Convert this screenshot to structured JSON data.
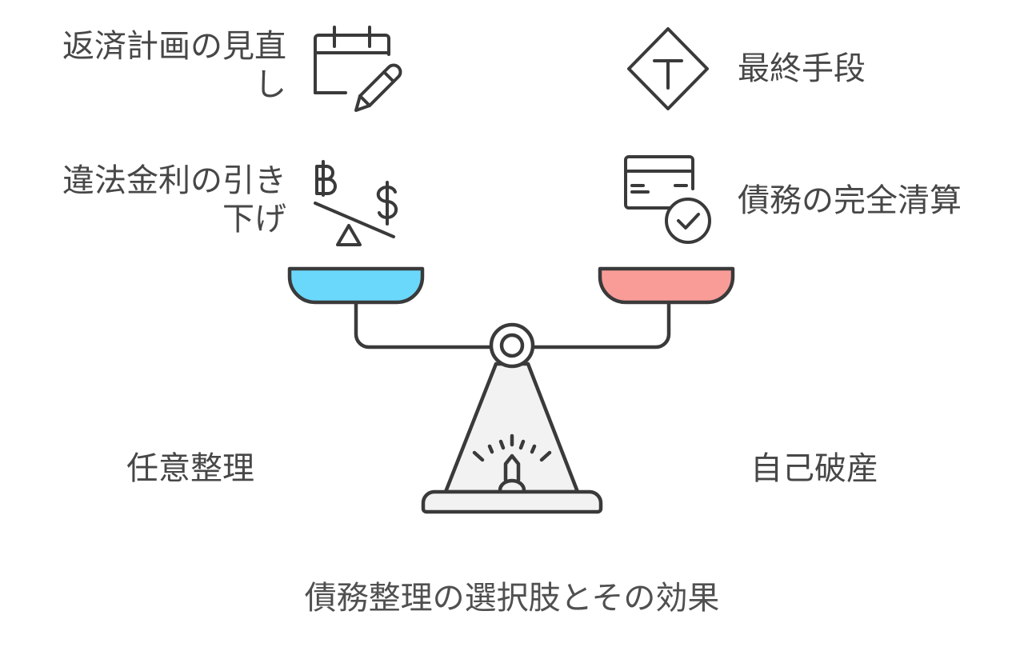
{
  "title": "債務整理の選択肢とその効果",
  "left": {
    "option": "任意整理",
    "pan_color": "#6ad8fb",
    "effects": [
      {
        "line1": "返済計画の見直",
        "line2": "し",
        "icon": "calendar-edit-icon"
      },
      {
        "line1": "違法金利の引き",
        "line2": "下げ",
        "icon": "currency-seesaw-icon"
      }
    ]
  },
  "right": {
    "option": "自己破産",
    "pan_color": "#f99c98",
    "effects": [
      {
        "line1": "最終手段",
        "icon": "t-diamond-icon"
      },
      {
        "line1": "債務の完全清算",
        "icon": "credit-card-check-icon"
      }
    ]
  },
  "stroke_color": "#3a3a3a",
  "stand_fill": "#f2f2f2"
}
